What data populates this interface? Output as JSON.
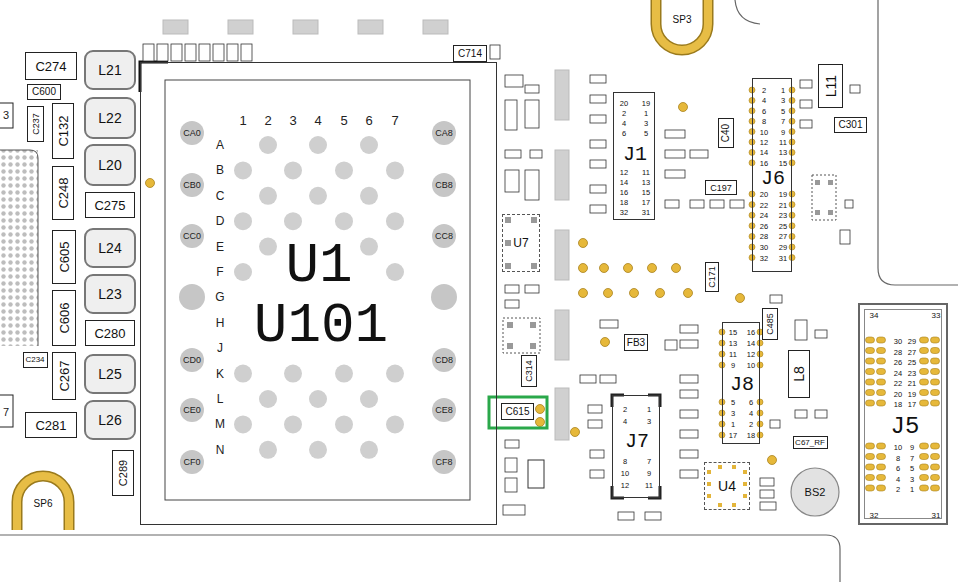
{
  "diagram": {
    "nodes": [
      {
        "text": [
          "C274"
        ]
      },
      {
        "text": [
          "C600"
        ]
      },
      {
        "text": [
          "L21"
        ]
      },
      {
        "text": [
          "L22"
        ]
      },
      {
        "text": [
          "C237"
        ]
      },
      {
        "text": [
          "C132"
        ]
      },
      {
        "text": [
          "L20"
        ]
      },
      {
        "text": [
          "C248"
        ]
      },
      {
        "text": [
          "C275"
        ]
      },
      {
        "text": [
          "L24"
        ]
      },
      {
        "text": [
          "C605"
        ]
      },
      {
        "text": [
          "L23"
        ]
      },
      {
        "text": [
          "C606"
        ]
      },
      {
        "text": [
          "C280"
        ]
      },
      {
        "text": [
          "C234"
        ]
      },
      {
        "text": [
          "C267"
        ]
      },
      {
        "text": [
          "L25"
        ]
      },
      {
        "text": [
          "C281"
        ]
      },
      {
        "text": [
          "L26"
        ]
      },
      {
        "text": [
          "C289"
        ]
      },
      {
        "text": [
          "U1",
          "U101"
        ]
      },
      {
        "text": [
          "C714"
        ]
      },
      {
        "text": [
          "SP3"
        ]
      },
      {
        "text": [
          "J1",
          "20",
          "19",
          "2",
          "1",
          "4",
          "3",
          "6",
          "5",
          "12",
          "11",
          "14",
          "13",
          "16",
          "15",
          "18",
          "17",
          "32",
          "31"
        ]
      },
      {
        "text": [
          "L11"
        ]
      },
      {
        "text": [
          "C40"
        ]
      },
      {
        "text": [
          "C301"
        ]
      },
      {
        "text": [
          "C197"
        ]
      },
      {
        "text": [
          "J6",
          "2",
          "1",
          "4",
          "3",
          "6",
          "5",
          "8",
          "7",
          "10",
          "9",
          "12",
          "11",
          "14",
          "13",
          "16",
          "15",
          "20",
          "19",
          "22",
          "21",
          "24",
          "23",
          "26",
          "25",
          "28",
          "27",
          "30",
          "29",
          "32",
          "31"
        ]
      },
      {
        "text": [
          "U7"
        ]
      },
      {
        "text": [
          "C171"
        ]
      },
      {
        "text": [
          "C485"
        ]
      },
      {
        "text": [
          "FB3"
        ]
      },
      {
        "text": [
          "C314"
        ]
      },
      {
        "text": [
          "J8",
          "15",
          "16",
          "13",
          "14",
          "11",
          "12",
          "9",
          "10",
          "5",
          "6",
          "3",
          "4",
          "1",
          "2",
          "17",
          "18"
        ]
      },
      {
        "text": [
          "L8"
        ]
      },
      {
        "text": [
          "C615"
        ]
      },
      {
        "text": [
          "J7",
          "2",
          "1",
          "4",
          "3",
          "8",
          "7",
          "10",
          "9",
          "12",
          "11"
        ]
      },
      {
        "text": [
          "C67_RF"
        ]
      },
      {
        "text": [
          "U4"
        ]
      },
      {
        "text": [
          "BS2"
        ]
      },
      {
        "text": [
          "J5",
          "34",
          "33",
          "32",
          "31",
          "30",
          "29",
          "28",
          "27",
          "26",
          "25",
          "24",
          "23",
          "22",
          "21",
          "20",
          "19",
          "18",
          "17",
          "10",
          "9",
          "8",
          "7",
          "6",
          "5",
          "4",
          "3",
          "2",
          "1"
        ]
      },
      {
        "text": [
          "SP6"
        ]
      }
    ],
    "labels": [
      "3",
      "7",
      "1",
      "2",
      "3",
      "4",
      "5",
      "6",
      "7",
      "A",
      "B",
      "C",
      "D",
      "E",
      "F",
      "G",
      "H",
      "J",
      "K",
      "L",
      "M",
      "N",
      "CA0",
      "CB0",
      "CC0",
      "CD0",
      "CE0",
      "CF0",
      "CA8",
      "CB8",
      "CC8",
      "CD8",
      "CE8",
      "CF8"
    ]
  }
}
